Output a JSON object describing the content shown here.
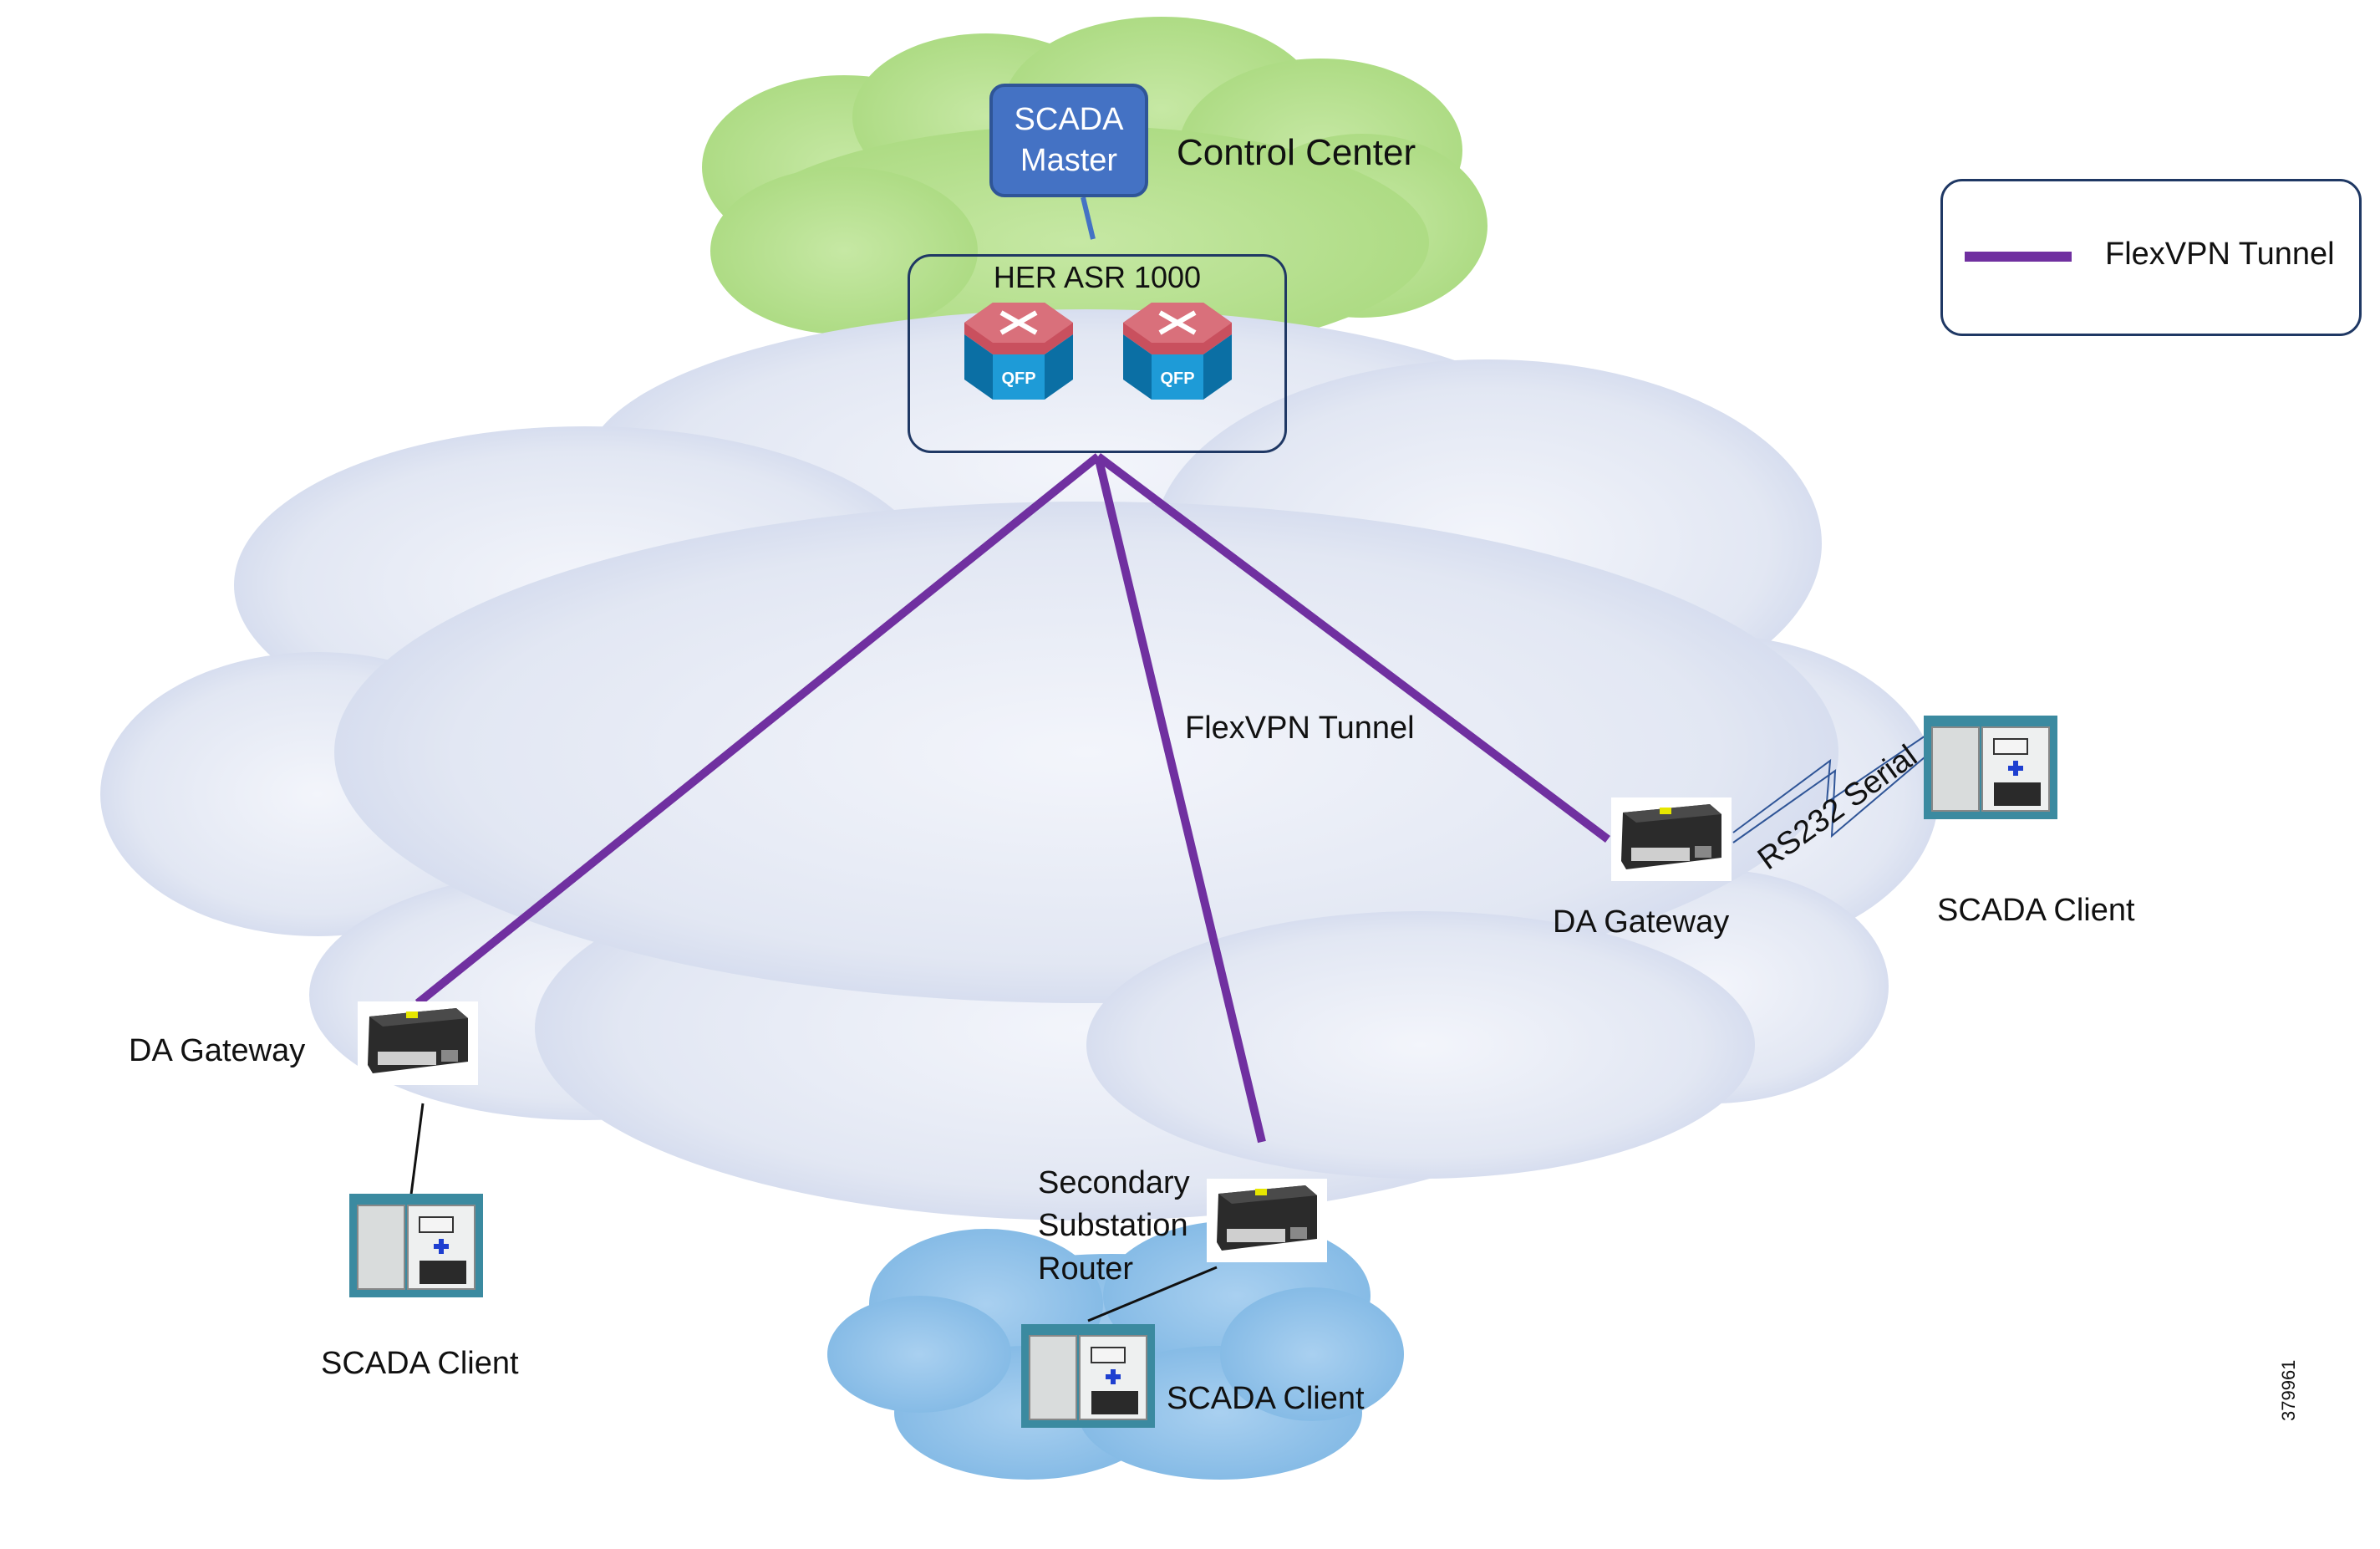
{
  "diagram": {
    "control_center_label": "Control Center",
    "scada_master": {
      "line1": "SCADA",
      "line2": "Master"
    },
    "her_label": "HER ASR 1000",
    "router_badge": "QFP",
    "tunnel_label": "FlexVPN Tunnel",
    "rs232_label": "RS232 Serial",
    "da_gateway_right": "DA  Gateway",
    "da_gateway_left": "DA  Gateway",
    "scada_client_right": "SCADA Client",
    "scada_client_left": "SCADA Client",
    "scada_client_bottom": "SCADA Client",
    "secondary_substation": [
      "Secondary",
      "Substation",
      "Router"
    ],
    "figure_code": "379961"
  },
  "legend": {
    "item_label": "FlexVPN Tunnel"
  },
  "colors": {
    "tunnel": "#7030a0",
    "control_cloud": "#b4df8c",
    "wan_cloud": "#e3e8f4",
    "substation_cloud": "#8fc1e8",
    "scada_master_fill": "#4472c4",
    "router_top": "#c9505e",
    "router_side": "#1e9bd7"
  },
  "icons": [
    "router-qfp-icon",
    "da-gateway-device-icon",
    "scada-client-cabinet-icon"
  ]
}
